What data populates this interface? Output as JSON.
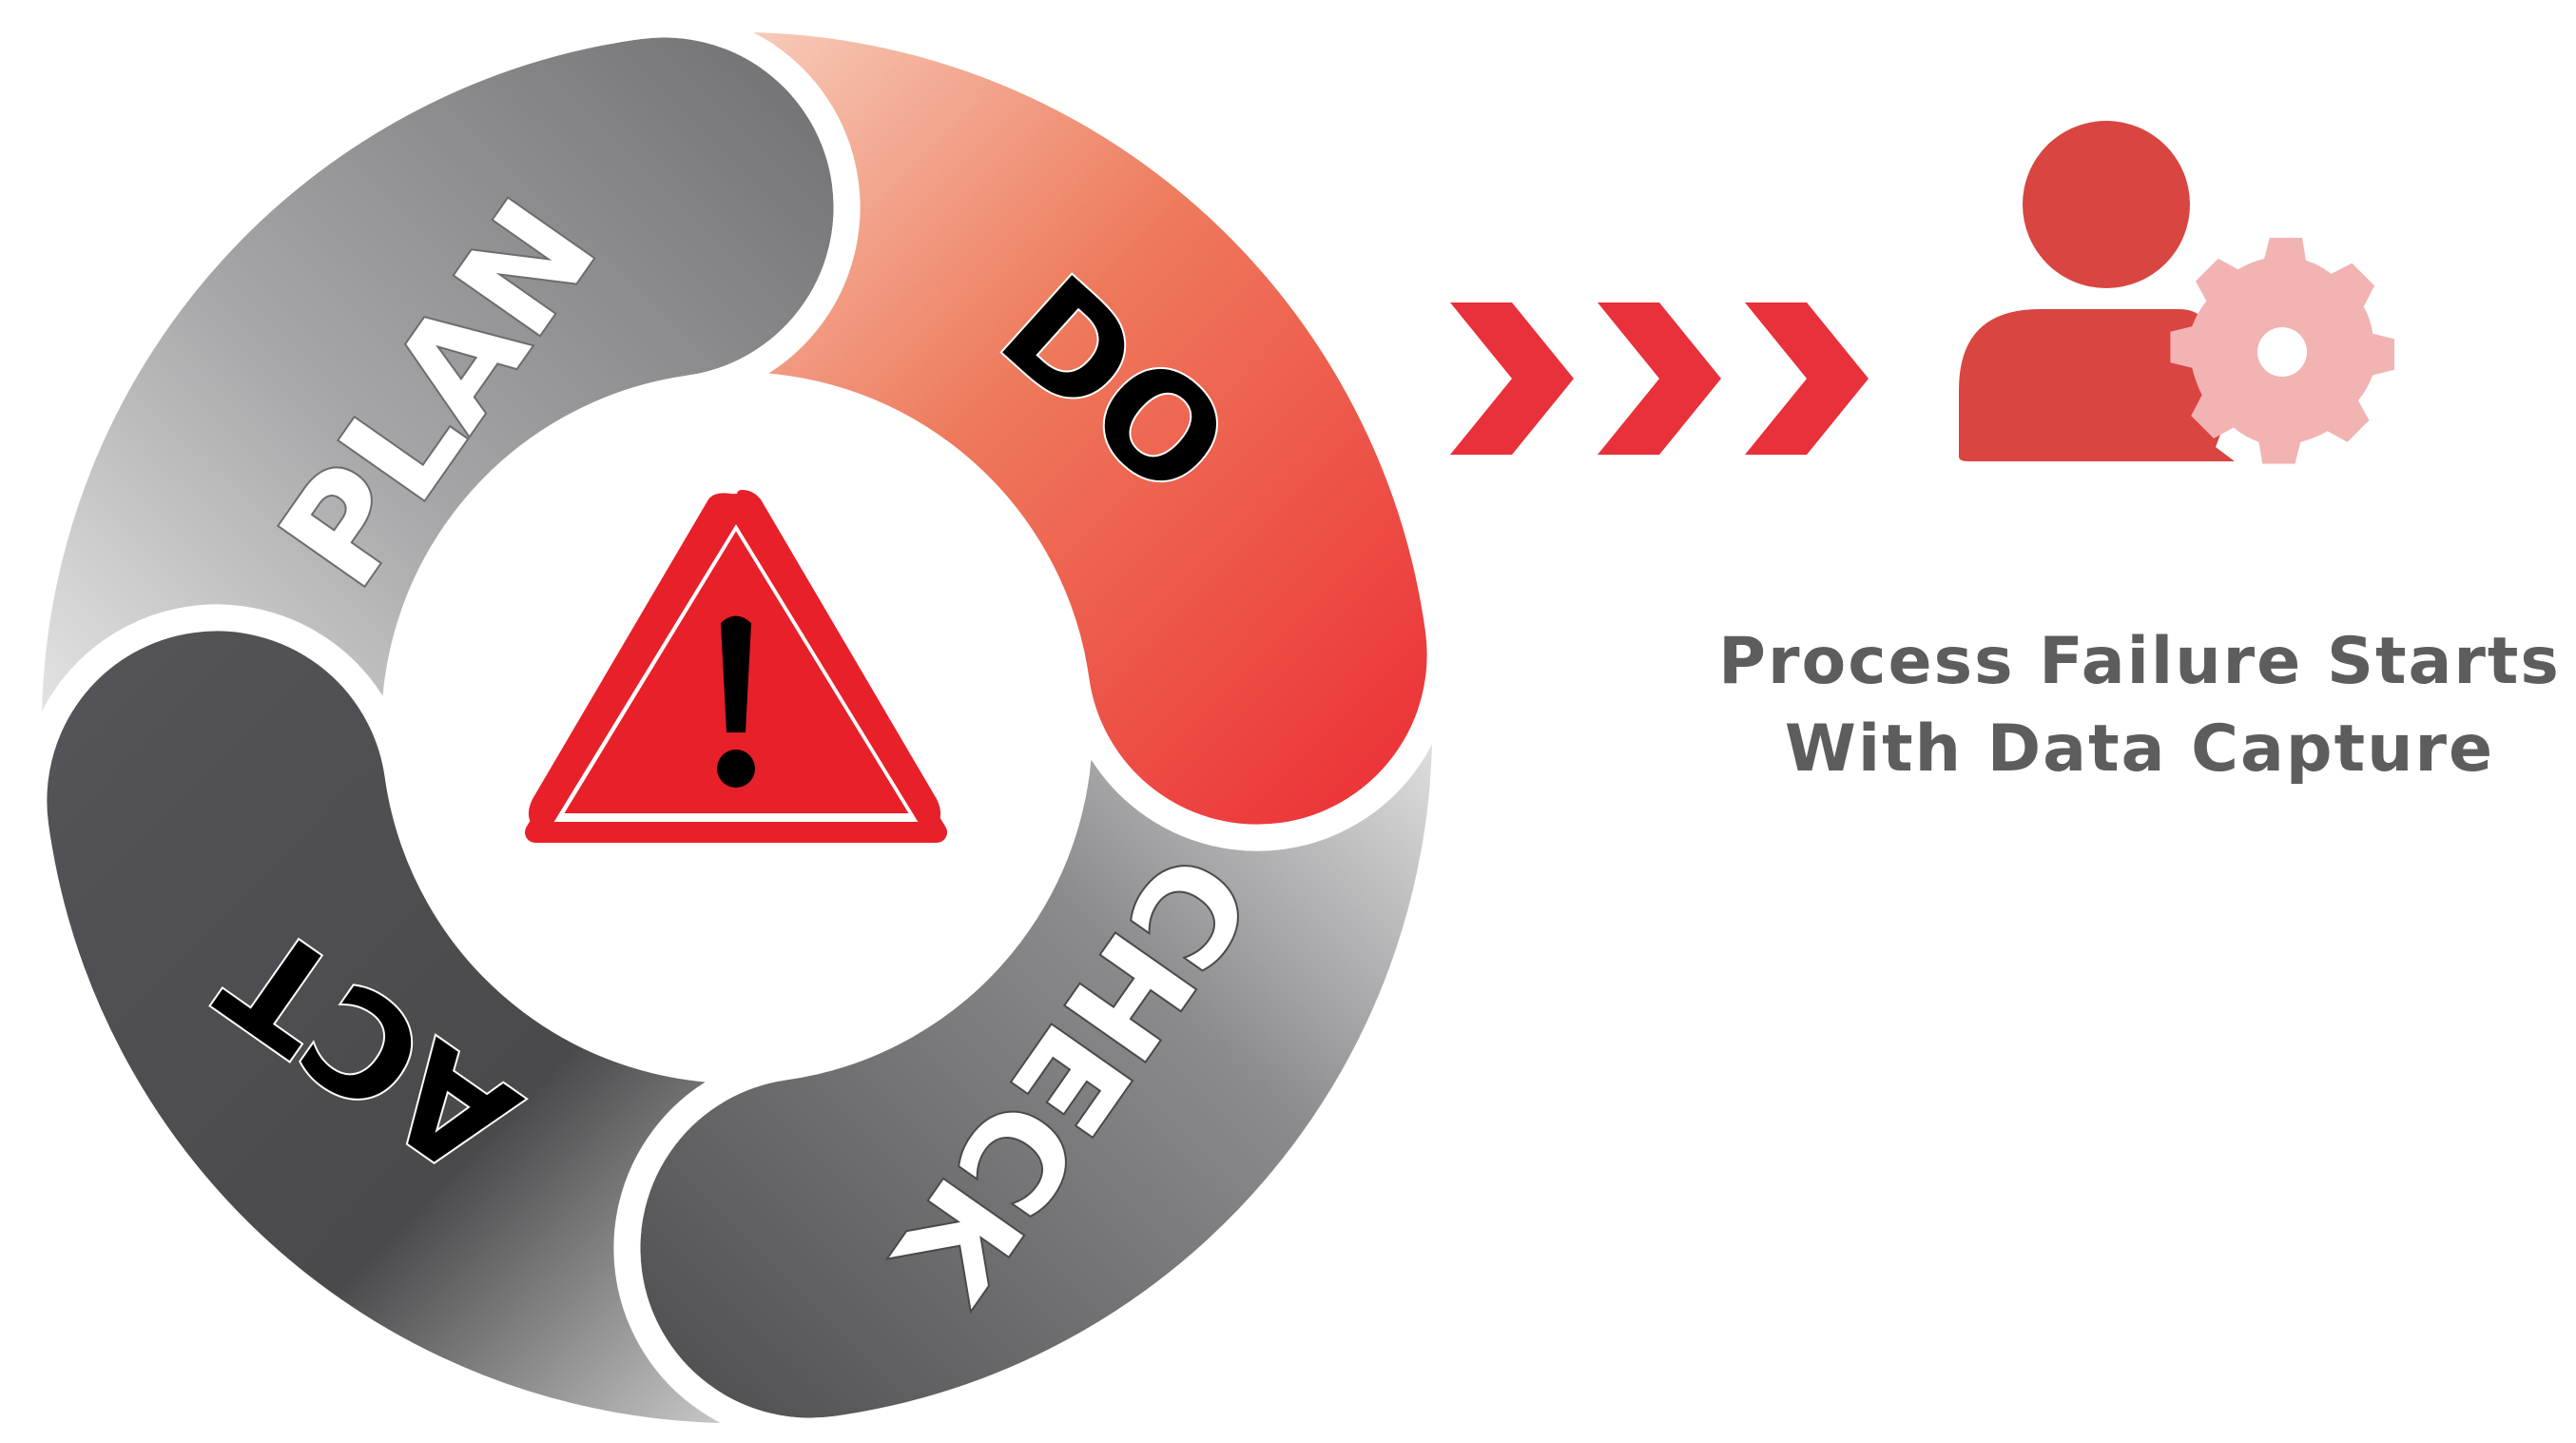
{
  "cycle": {
    "segments": [
      {
        "id": "plan",
        "label": "PLAN",
        "label_color": "#ffffff"
      },
      {
        "id": "do",
        "label": "DO",
        "label_color": "#000000"
      },
      {
        "id": "check",
        "label": "CHECK",
        "label_color": "#ffffff"
      },
      {
        "id": "act",
        "label": "ACT",
        "label_color": "#000000"
      }
    ],
    "center_icon": "warning-triangle-icon"
  },
  "arrows": {
    "count": 3,
    "icon": "chevron-right-icon",
    "color": "#e8313a"
  },
  "person_icon": {
    "icon": "user-with-gear-icon",
    "person_color": "#d94540",
    "gear_color": "#f2b3b3"
  },
  "caption": {
    "line1": "Process Failure Starts",
    "line2": "With Data Capture",
    "color": "#5d5d5d"
  },
  "colors": {
    "red": "#ec2a33",
    "dark_gray": "#4a4a4c",
    "mid_gray": "#7d7d80",
    "light_gray": "#e6e6e6"
  }
}
